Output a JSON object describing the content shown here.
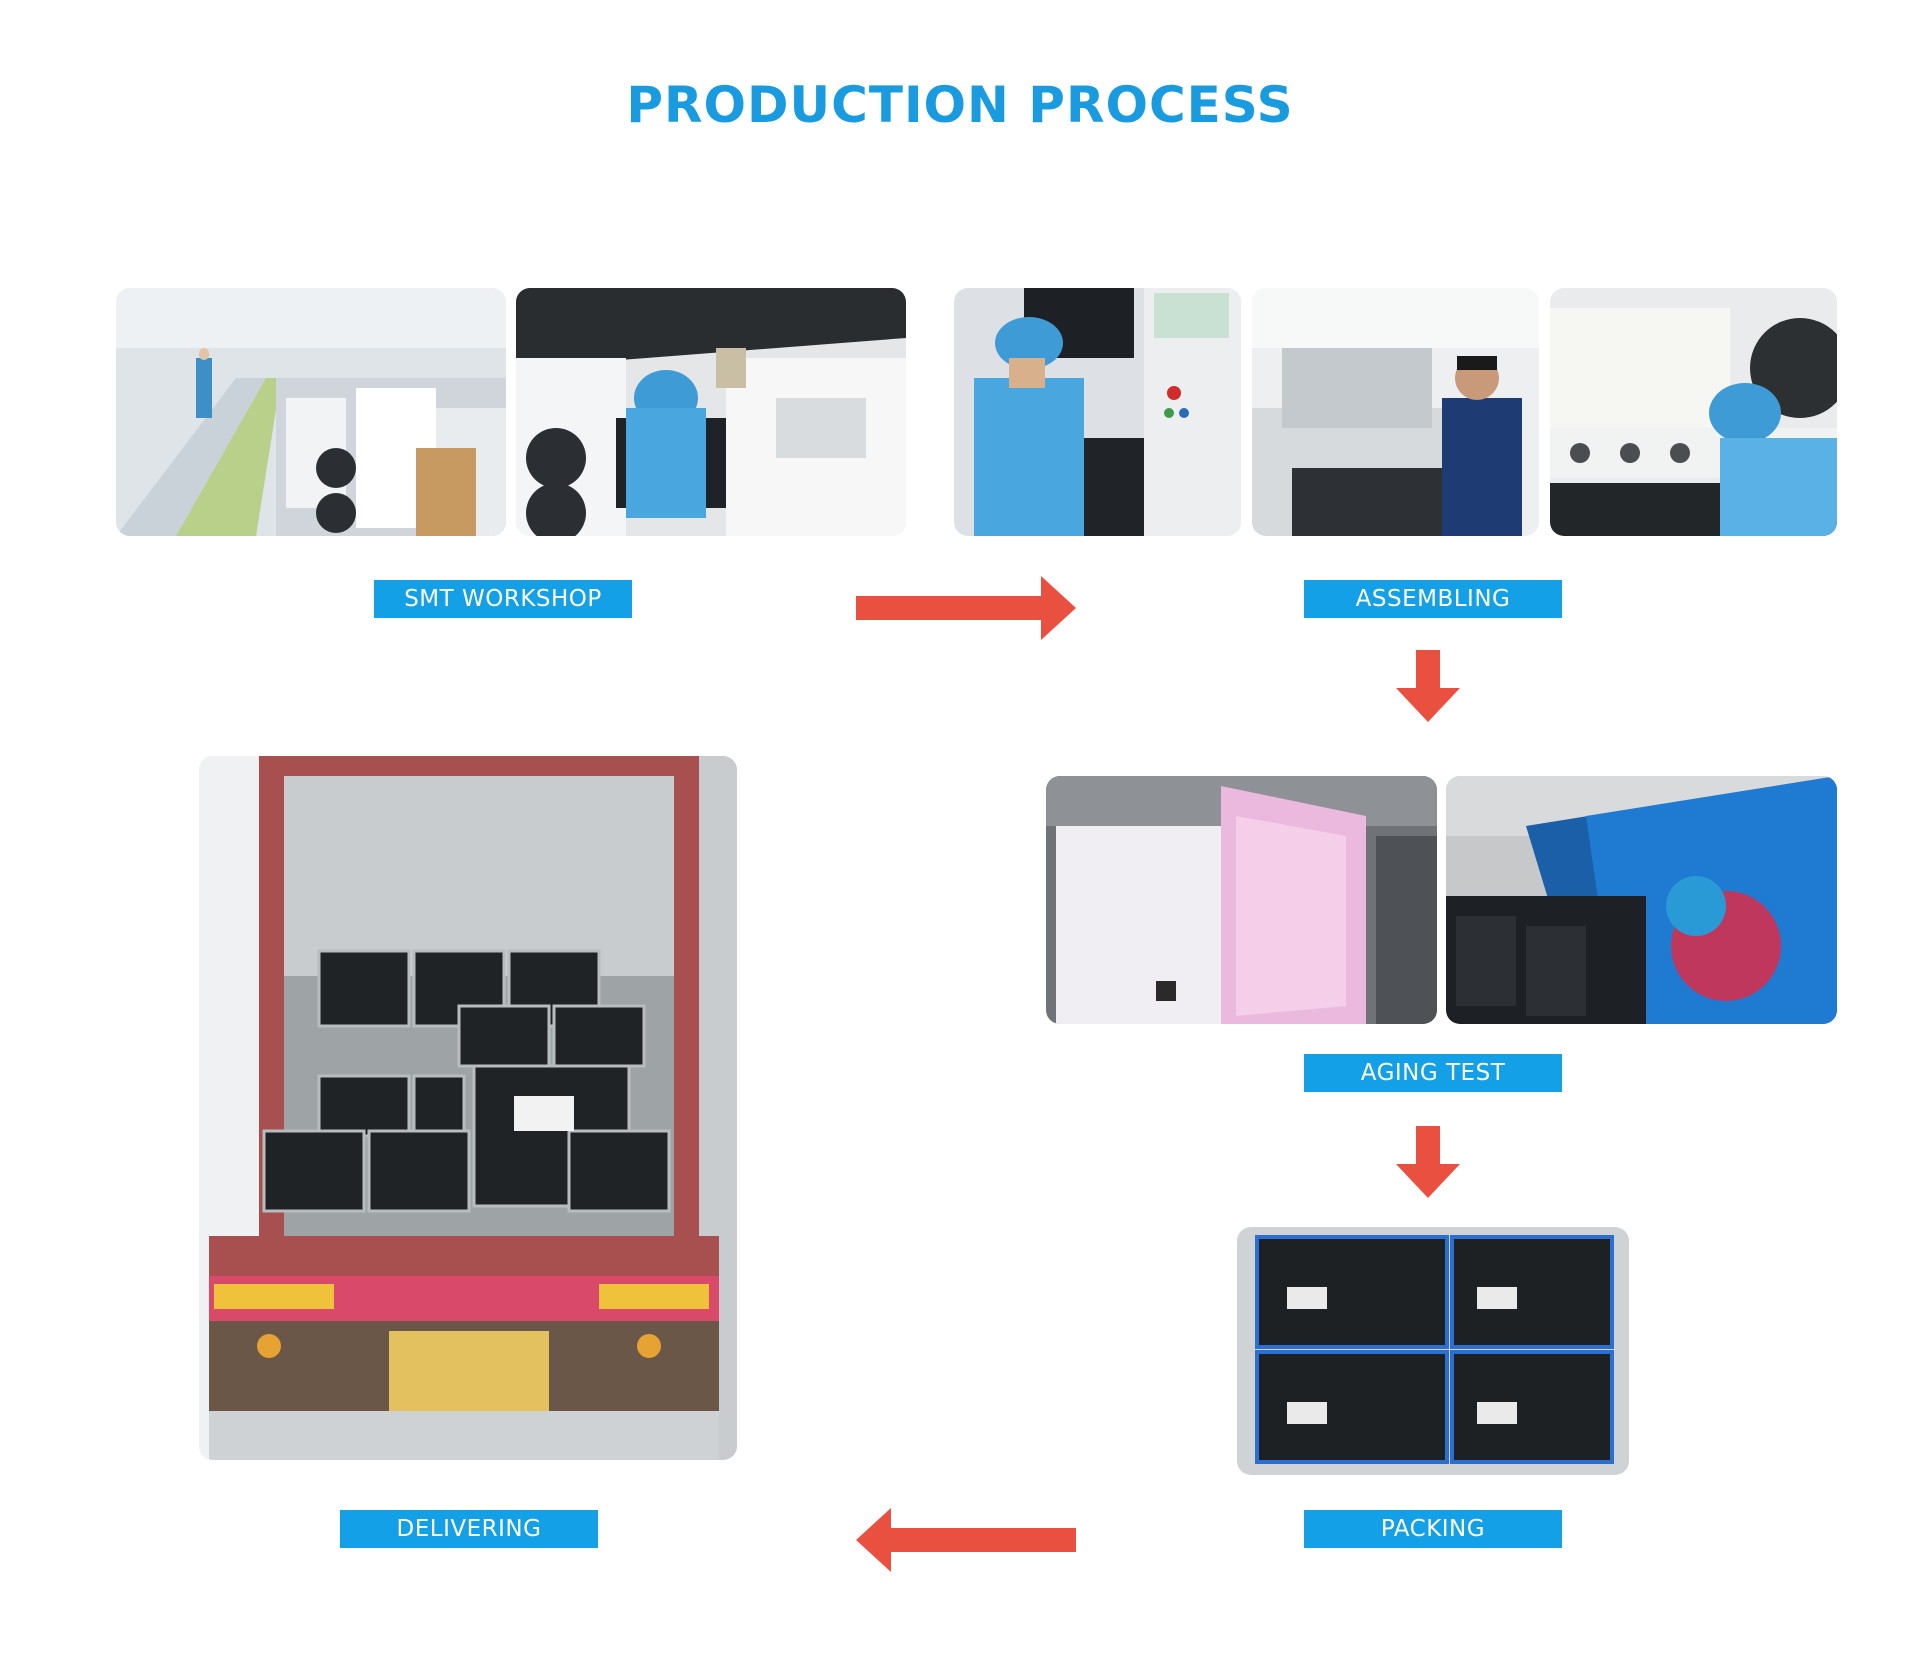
{
  "title": "PRODUCTION PROCESS",
  "steps": {
    "smt": "SMT WORKSHOP",
    "assembling": "ASSEMBLING",
    "aging": "AGING TEST",
    "packing": "PACKING",
    "delivering": "DELIVERING"
  },
  "colors": {
    "title": "#1a9be0",
    "label_bg": "#14a0e6",
    "arrow": "#e9503f"
  },
  "icons": {
    "flow_arrows": [
      "arrow-right-icon",
      "arrow-down-icon",
      "arrow-down-icon",
      "arrow-left-icon"
    ]
  }
}
